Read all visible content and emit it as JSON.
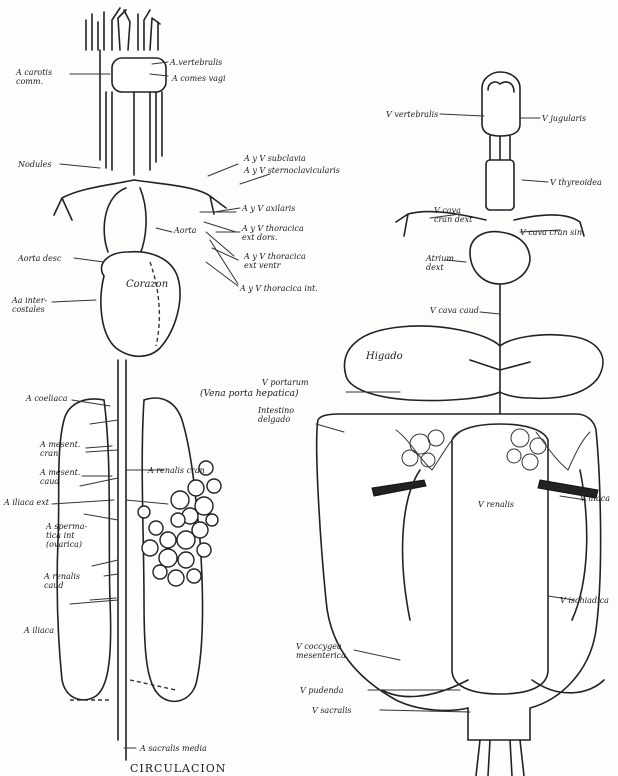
{
  "caption": "CIRCULACION",
  "labels": {
    "a_carotis": "A carotis\ncomm.",
    "a_vertebralis": "A.vertebralis",
    "a_comes_vagi": "A comes vagi",
    "a_v_subclavia": "A y V subclavia",
    "a_v_sternoclavicularis": "A y V sternoclavicularis",
    "nodules": "Nodules",
    "a_v_axillaris": "A y V axilaris",
    "a_v_thoracica_dors": "A y V thoracica\next dors.",
    "a_v_thoracica_ventr": "A y V thoracica\next ventr",
    "a_v_thoracica_int": "A y V thoracica int.",
    "aorta": "Aorta",
    "aorta_desc": "Aorta desc",
    "corazon": "Corazon",
    "aa_intercostales": "Aa inter-\ncostales",
    "a_coeliaca": "A coeliaca",
    "a_mesent_cran": "A mesent.\ncran",
    "a_mesent_caud": "A mesent.\ncaud",
    "a_renalis_cran": "A renalis cran",
    "a_iliaca_ext": "A iliaca ext",
    "a_spermatica": "A sperma-\ntica int\n(ovarica)",
    "a_renalis_caud": "A renalis\ncaud",
    "a_iliaca": "A iliaca",
    "a_sacralis_media": "A sacralis media",
    "v_vertebralis": "V vertebralis",
    "v_jugularis": "V jugularis",
    "v_thyreoidea": "V thyreoidea",
    "v_cava_cran_dext": "V cava\ncran dext",
    "v_cava_cran_sin": "V cava cran sin",
    "atrium_dext": "Atrium\ndext",
    "v_cava_caud": "V cava caud",
    "higado": "Higado",
    "v_portarum": "V portarum",
    "vena_porta_hepatica": "(Vena porta hepatica)",
    "intestino": "Intestino\ndelgado",
    "v_renalis": "V renalis",
    "v_iliaca": "V iliaca",
    "v_coccygea": "V coccygea\nmesenterica",
    "v_ischiadica": "V ischiadica",
    "v_pudenda": "V pudenda",
    "v_sacralis": "V sacralis"
  }
}
